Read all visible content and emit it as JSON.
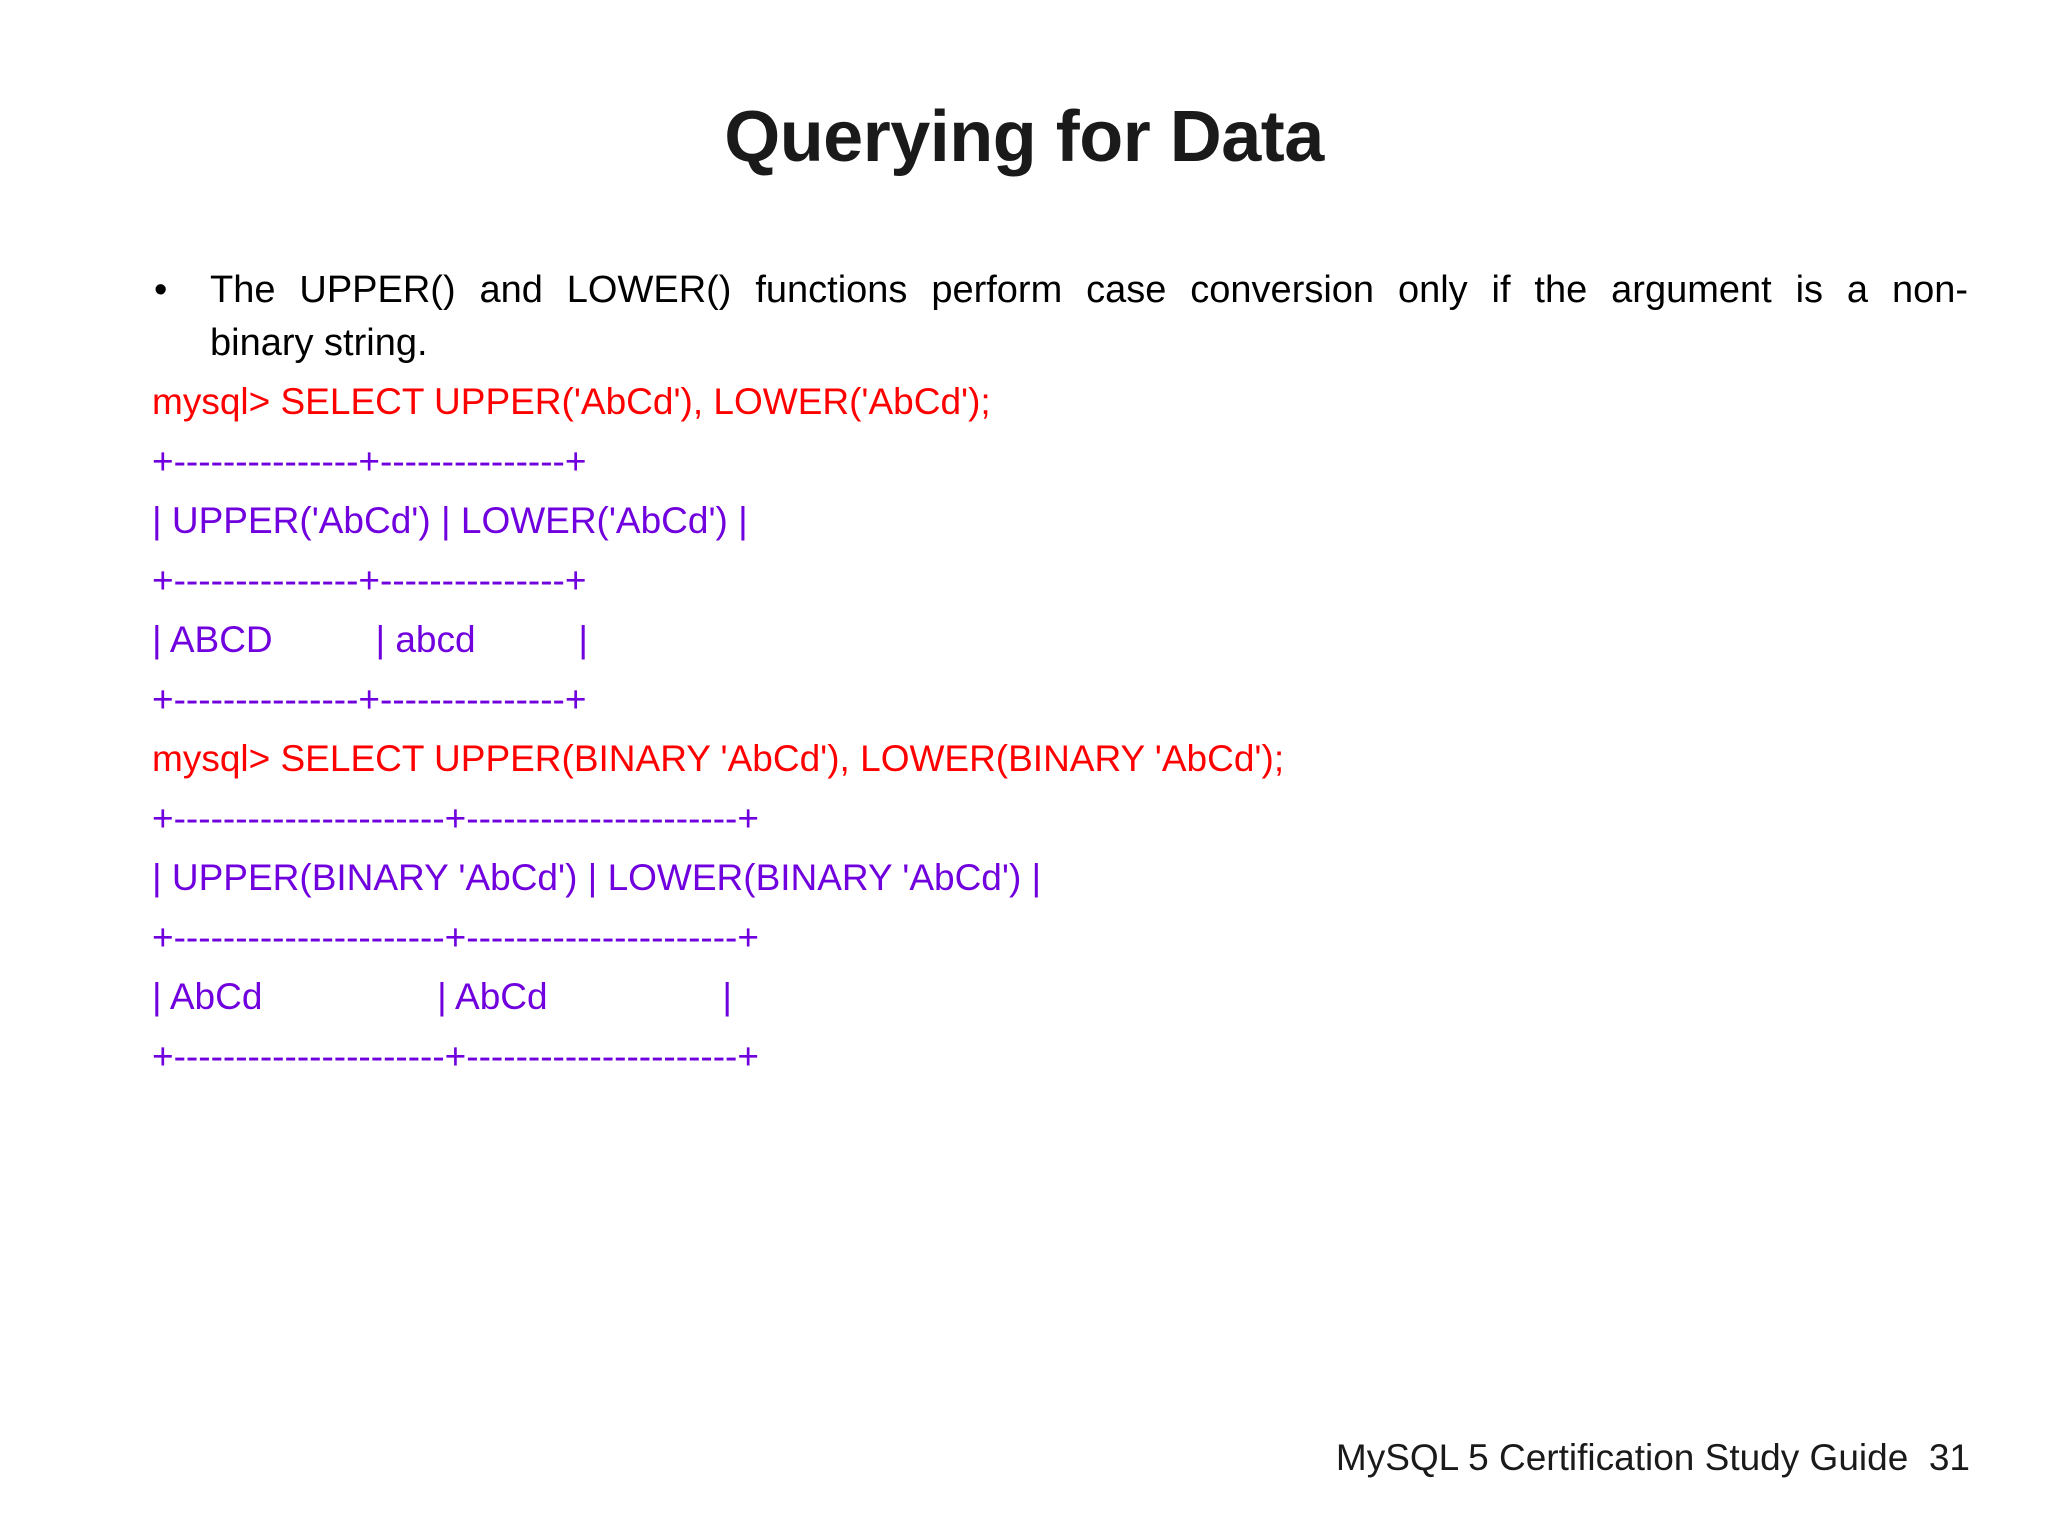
{
  "slide": {
    "title": "Querying for Data",
    "background_color": "#FFFFFF"
  },
  "colors": {
    "title_text": "#1A1A1A",
    "body_text": "#000000",
    "prompt_red": "#FF0000",
    "result_purple": "#7000DD",
    "footer_text": "#1A1A1A"
  },
  "bullets": [
    {
      "marker": "•",
      "line1": "The UPPER() and LOWER() functions perform case conversion only if the argument is a non-",
      "line2": "binary string.",
      "full_text": "The UPPER() and LOWER() functions perform case conversion only if the argument is a non-binary string."
    }
  ],
  "console": {
    "lines": [
      {
        "id": "query-1",
        "kind": "prompt",
        "text": "mysql> SELECT UPPER('AbCd'), LOWER('AbCd');"
      },
      {
        "id": "t1-sep-top",
        "kind": "result",
        "text": "+---------------+---------------+"
      },
      {
        "id": "t1-header",
        "kind": "result",
        "text": "| UPPER('AbCd') | LOWER('AbCd') |"
      },
      {
        "id": "t1-sep-mid",
        "kind": "result",
        "text": "+---------------+---------------+"
      },
      {
        "id": "t1-row-1",
        "kind": "result",
        "text": "| ABCD          | abcd          |"
      },
      {
        "id": "t1-sep-bottom",
        "kind": "result",
        "text": "+---------------+---------------+"
      },
      {
        "id": "query-2",
        "kind": "prompt",
        "text": "mysql> SELECT UPPER(BINARY 'AbCd'), LOWER(BINARY 'AbCd');"
      },
      {
        "id": "t2-sep-top",
        "kind": "result",
        "text": "+----------------------+----------------------+"
      },
      {
        "id": "t2-header",
        "kind": "result",
        "text": "| UPPER(BINARY 'AbCd') | LOWER(BINARY 'AbCd') |"
      },
      {
        "id": "t2-sep-mid",
        "kind": "result",
        "text": "+----------------------+----------------------+"
      },
      {
        "id": "t2-row-1",
        "kind": "result",
        "text": "| AbCd                 | AbCd                 |"
      },
      {
        "id": "t2-sep-bottom",
        "kind": "result",
        "text": "+----------------------+----------------------+"
      }
    ],
    "tables": [
      {
        "name": "upper-lower-nonbinary-result",
        "columns": [
          "UPPER('AbCd')",
          "LOWER('AbCd')"
        ],
        "rows": [
          [
            "ABCD",
            "abcd"
          ]
        ]
      },
      {
        "name": "upper-lower-binary-result",
        "columns": [
          "UPPER(BINARY 'AbCd')",
          "LOWER(BINARY 'AbCd')"
        ],
        "rows": [
          [
            "AbCd",
            "AbCd"
          ]
        ]
      }
    ]
  },
  "footer": {
    "text": "MySQL 5 Certification Study Guide  31",
    "source": "MySQL 5 Certification Study Guide",
    "page_number": "31"
  }
}
